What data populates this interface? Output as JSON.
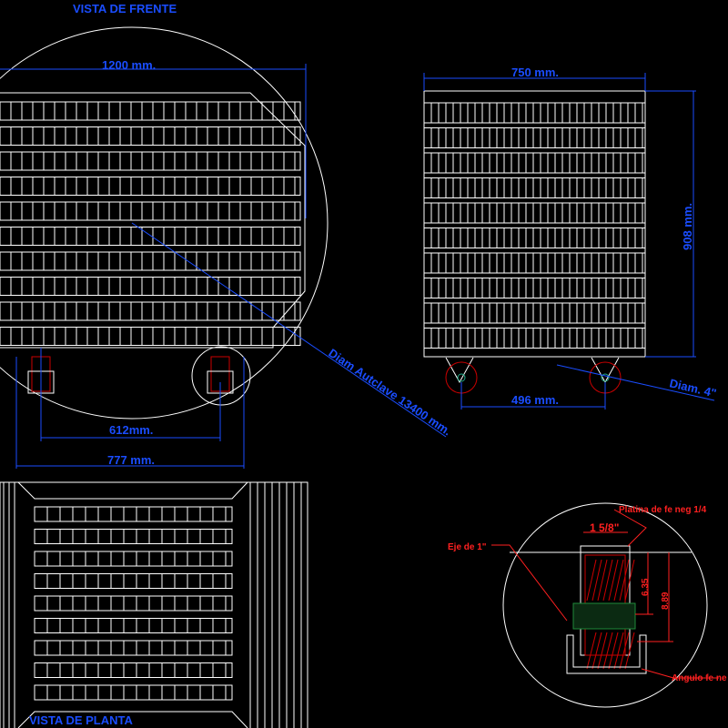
{
  "front_view": {
    "title": "VISTA DE FRENTE",
    "width_dim": "1200 mm.",
    "wheel_spacing_dim": "612mm.",
    "base_width_dim": "777 mm.",
    "autoclave_dim": "Diam Autclave 13400 mm."
  },
  "side_view": {
    "width_dim": "750 mm.",
    "height_dim": "908 mm.",
    "wheel_spacing_dim": "496 mm.",
    "wheel_dim": "Diam. 4\""
  },
  "plan_view": {
    "title": "VISTA DE PLANTA"
  },
  "detail": {
    "plate_label": "Platina de fe neg 1/4",
    "axle_label": "Eje de 1\"",
    "angle_label": "Angulo fe ne",
    "width_dim": "1 5/8\"",
    "dim_a": "6.35",
    "dim_b": "8.89"
  },
  "colors": {
    "background": "#000000",
    "lines": "#ffffff",
    "dimensions": "#1a4dff",
    "notes": "#ff2020",
    "hatch_green": "#1f8a3a"
  }
}
